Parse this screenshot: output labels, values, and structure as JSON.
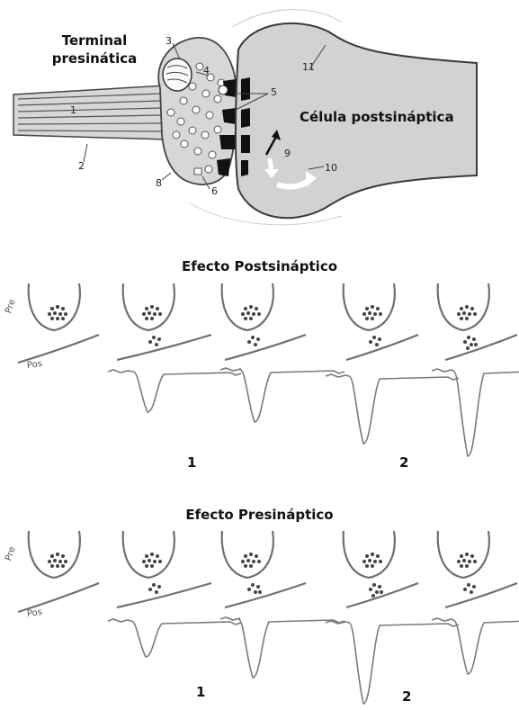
{
  "synapse": {
    "presynaptic_label": "Terminal presinática",
    "presynaptic_line1": "Terminal",
    "presynaptic_line2": "presinática",
    "postsynaptic_label": "Célula postsináptica",
    "markers": [
      "1",
      "2",
      "3",
      "4",
      "5",
      "6",
      "8",
      "9",
      "10",
      "11"
    ]
  },
  "panels": [
    {
      "title": "Efecto Postsináptico",
      "groups": [
        "1",
        "2"
      ],
      "pre_label": "Pre",
      "pos_label": "Pos"
    },
    {
      "title": "Efecto Presináptico",
      "groups": [
        "1",
        "2"
      ],
      "pre_label": "Pre",
      "pos_label": "Pos"
    }
  ],
  "colors": {
    "cell_fill": "#d2d2d2",
    "cell_stroke": "#3a3a3a",
    "trace": "#7a7a7a",
    "terminal_outline": "#707070"
  }
}
